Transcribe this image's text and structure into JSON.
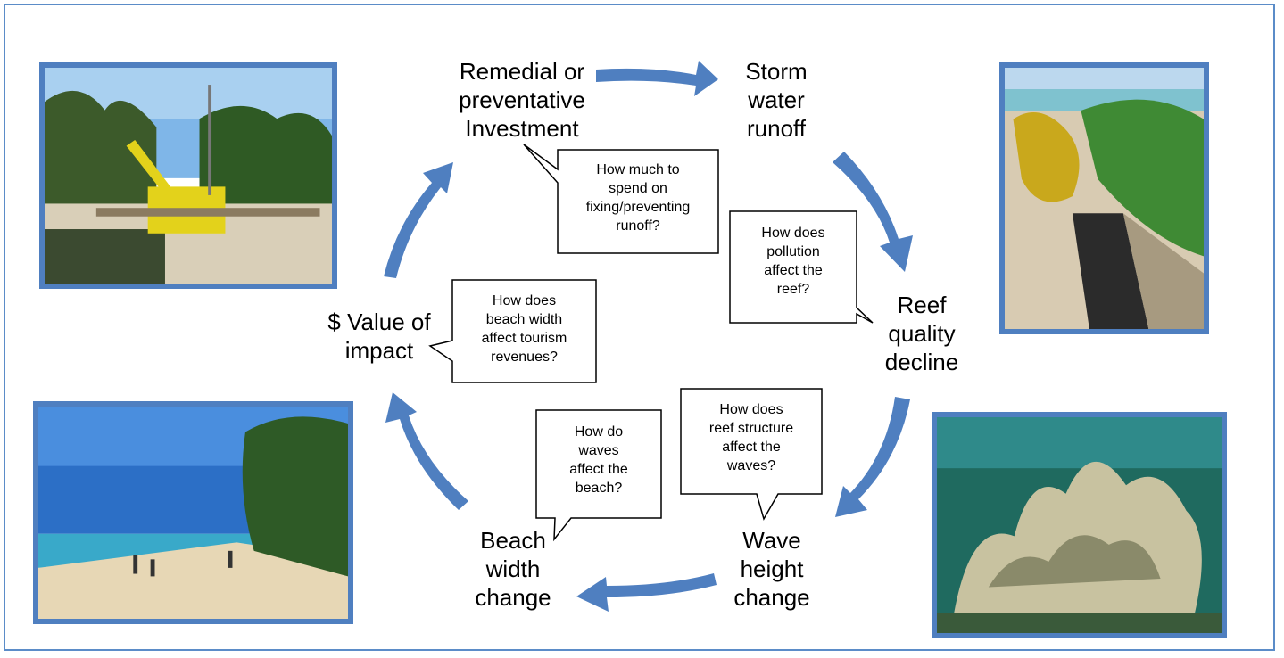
{
  "nodes": {
    "investment": "Remedial or\npreventative\nInvestment",
    "storm": "Storm\nwater\nrunoff",
    "reef": "Reef\nquality\ndecline",
    "wave": "Wave\nheight\nchange",
    "beach": "Beach\nwidth\nchange",
    "value": "$ Value of\nimpact"
  },
  "callouts": {
    "spend": "How much to\nspend on\nfixing/preventing\nrunoff?",
    "pollution": "How does\npollution\naffect the\nreef?",
    "structure": "How does\nreef structure\naffect the\nwaves?",
    "waves": "How do\nwaves\naffect the\nbeach?",
    "tourism": "How does\nbeach width\naffect tourism\nrevenues?"
  },
  "colors": {
    "arrow": "#4f7fc0",
    "border": "#5b8cc8"
  },
  "photos": [
    "construction-site-photo",
    "drainage-channel-photo",
    "beach-photo",
    "coral-reef-photo"
  ]
}
